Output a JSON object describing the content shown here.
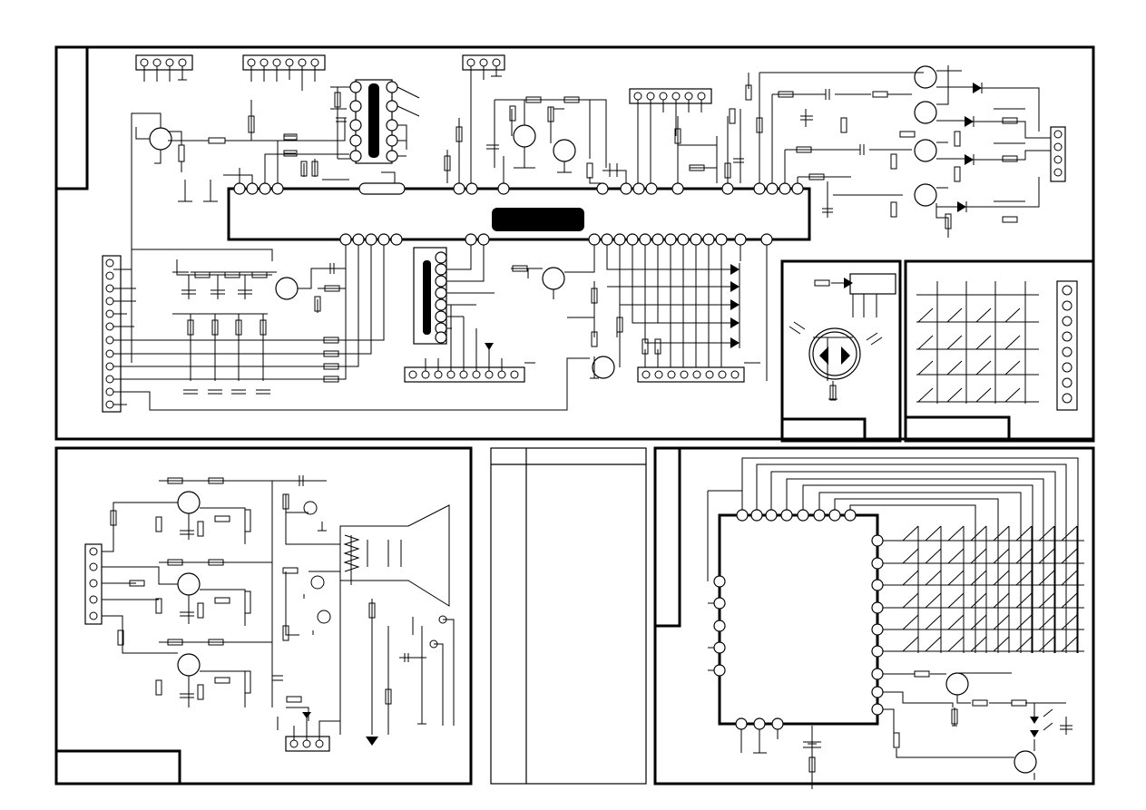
{
  "diagram": {
    "type": "electronic-schematic",
    "background_color": "#ffffff",
    "line_color": "#000000",
    "panels": [
      {
        "name": "main-control-board",
        "components": [
          "main-ic",
          "flash-memory-ic",
          "transistors",
          "diodes",
          "connectors"
        ]
      },
      {
        "name": "ir-receiver-module",
        "components": [
          "ir-receiver-ic",
          "ir-led-pair",
          "resistor"
        ]
      },
      {
        "name": "keypad-matrix",
        "components": [
          "switch-grid-4x4",
          "connector-8pin"
        ]
      },
      {
        "name": "crt-video-output",
        "components": [
          "rgb-driver-transistors",
          "crt-tube",
          "trimmers",
          "connector-3pin"
        ]
      },
      {
        "name": "parts-list-table",
        "components": [
          "two-column-table"
        ]
      },
      {
        "name": "keyboard-controller",
        "components": [
          "controller-ic",
          "key-matrix-8x6",
          "crystal",
          "led-pair",
          "transistors"
        ]
      }
    ]
  }
}
